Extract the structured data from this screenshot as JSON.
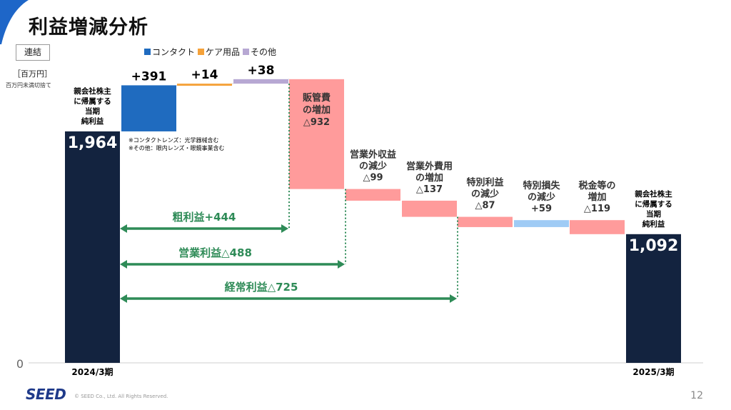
{
  "title": "利益増減分析",
  "badge": "連結",
  "unit": "［百万円］",
  "unit_note": "百万円未満切捨て",
  "legend": [
    {
      "label": "コンタクト",
      "color": "#1f6bbf"
    },
    {
      "label": "ケア用品",
      "color": "#f5a23a"
    },
    {
      "label": "その他",
      "color": "#b7a8d3"
    }
  ],
  "notes": [
    "※コンタクトレンズ：光学器械含む",
    "※その他：眼内レンズ・眼鏡事業含む"
  ],
  "footer": {
    "logo": "SEED",
    "copyright": "© SEED Co., Ltd. All Rights Reserved.",
    "page": "12"
  },
  "chart_data": {
    "type": "waterfall",
    "y_zero_label": "0",
    "x_labels": [
      "2024/3期",
      "2025/3期"
    ],
    "bars": [
      {
        "label": "親会社株主\nに帰属する\n当期\n純利益",
        "value_label": "1,964",
        "kind": "total",
        "value": 1964,
        "color": "#13233f"
      },
      {
        "label": "",
        "value_label": "+391",
        "kind": "delta",
        "value": 391,
        "color": "#1f6bbf"
      },
      {
        "label": "",
        "value_label": "+14",
        "kind": "delta",
        "value": 14,
        "color": "#f5a23a"
      },
      {
        "label": "",
        "value_label": "+38",
        "kind": "delta",
        "value": 38,
        "color": "#b7a8d3"
      },
      {
        "label": "販管費\nの増加\n△932",
        "value_label": "",
        "kind": "delta",
        "value": -932,
        "color": "#ff9b9b"
      },
      {
        "label": "営業外収益\nの減少\n△99",
        "value_label": "",
        "kind": "delta",
        "value": -99,
        "color": "#ff9b9b"
      },
      {
        "label": "営業外費用\nの増加\n△137",
        "value_label": "",
        "kind": "delta",
        "value": -137,
        "color": "#ff9b9b"
      },
      {
        "label": "特別利益\nの減少\n△87",
        "value_label": "",
        "kind": "delta",
        "value": -87,
        "color": "#ff9b9b"
      },
      {
        "label": "特別損失\nの減少\n+59",
        "value_label": "",
        "kind": "delta",
        "value": 59,
        "color": "#9fcbf5"
      },
      {
        "label": "税金等の\n増加\n△119",
        "value_label": "",
        "kind": "delta",
        "value": -119,
        "color": "#ff9b9b"
      },
      {
        "label": "親会社株主\nに帰属する\n当期\n純利益",
        "value_label": "1,092",
        "kind": "total",
        "value": 1092,
        "color": "#13233f"
      }
    ],
    "spans": [
      {
        "label": "粗利益+444",
        "from": 0,
        "to": 4
      },
      {
        "label": "営業利益△488",
        "from": 0,
        "to": 5
      },
      {
        "label": "経常利益△725",
        "from": 0,
        "to": 7
      }
    ],
    "span_color": "#2e8b57"
  }
}
